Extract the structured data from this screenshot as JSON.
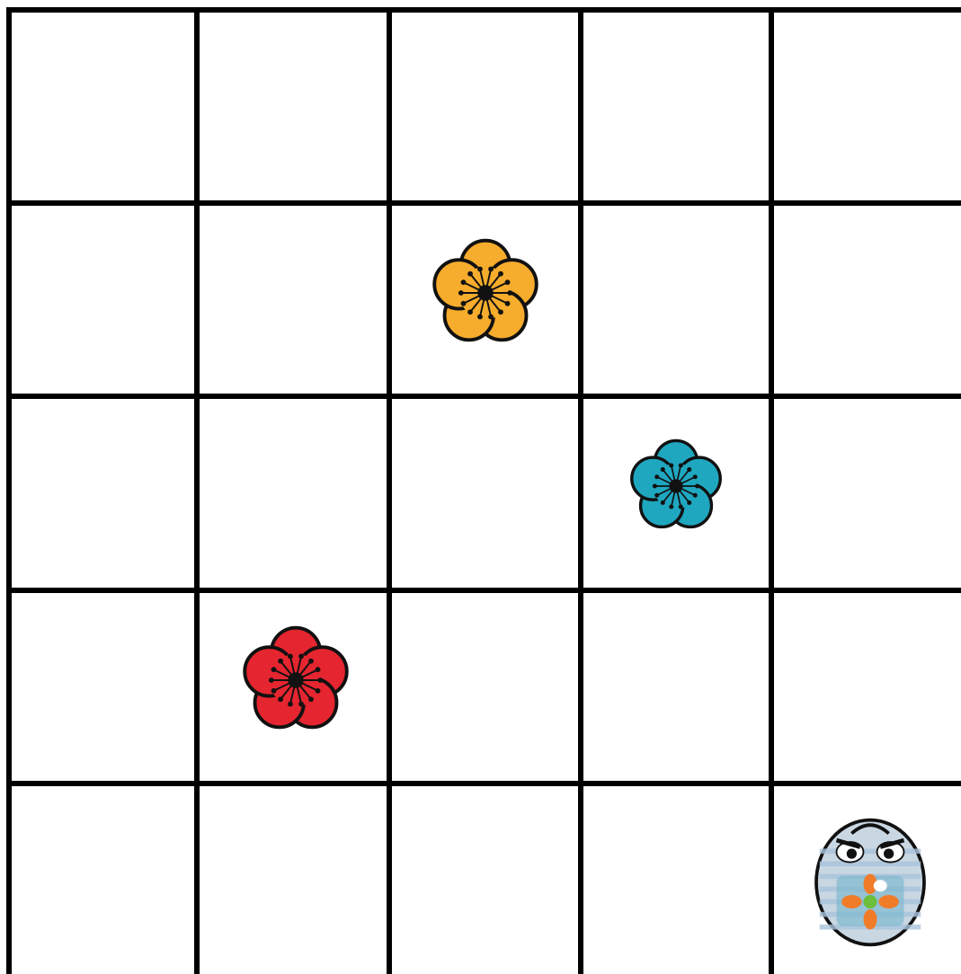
{
  "board": {
    "rows": 5,
    "cols": 5,
    "pieces": [
      {
        "type": "flower",
        "color_name": "orange",
        "color": "#F6AC2C",
        "row": 1,
        "col": 2
      },
      {
        "type": "flower",
        "color_name": "blue",
        "color": "#1FA7C0",
        "row": 2,
        "col": 3
      },
      {
        "type": "flower",
        "color_name": "red",
        "color": "#E5252F",
        "row": 3,
        "col": 1
      },
      {
        "type": "robot",
        "row": 4,
        "col": 4,
        "icon": "robot-icon"
      }
    ]
  }
}
